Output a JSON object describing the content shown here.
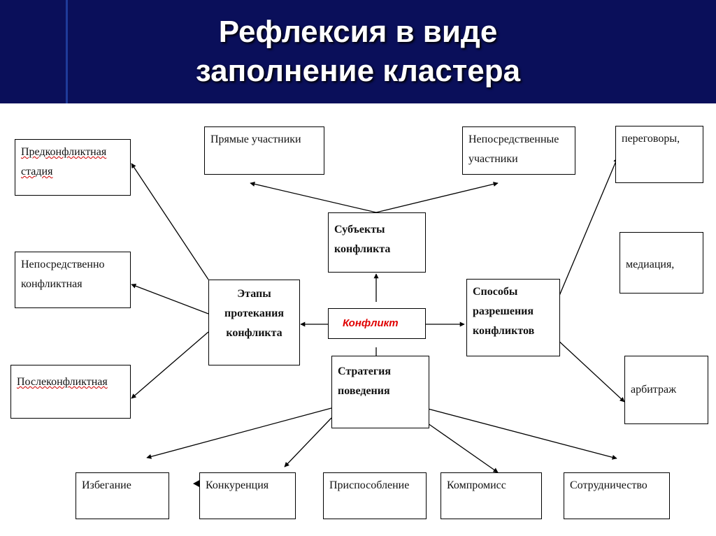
{
  "title": {
    "line1": "Рефлексия в виде",
    "line2": "заполнение кластера"
  },
  "diagram": {
    "center": "Конфликт",
    "subjects": "Субъекты конфликта",
    "direct_participants": "Прямые участники",
    "immediate_participants": "Непосредственные участники",
    "stages": "Этапы протекания конфликта",
    "stage_pre": "Предконфликтная стадия",
    "stage_direct": "Непосредственно конфликтная",
    "stage_post": "Послеконфликтная",
    "resolution": "Способы разрешения конфликтов",
    "negotiation": "переговоры,",
    "mediation": "медиация,",
    "arbitration": "арбитраж",
    "strategy": "Стратегия поведения",
    "avoidance": "Избегание",
    "competition": "Конкуренция",
    "accommodation": "Приспособление",
    "compromise": "Компромисс",
    "cooperation": "Сотрудничество"
  },
  "colors": {
    "header_bg": "#0a0f5a",
    "center_text": "#e00000"
  }
}
